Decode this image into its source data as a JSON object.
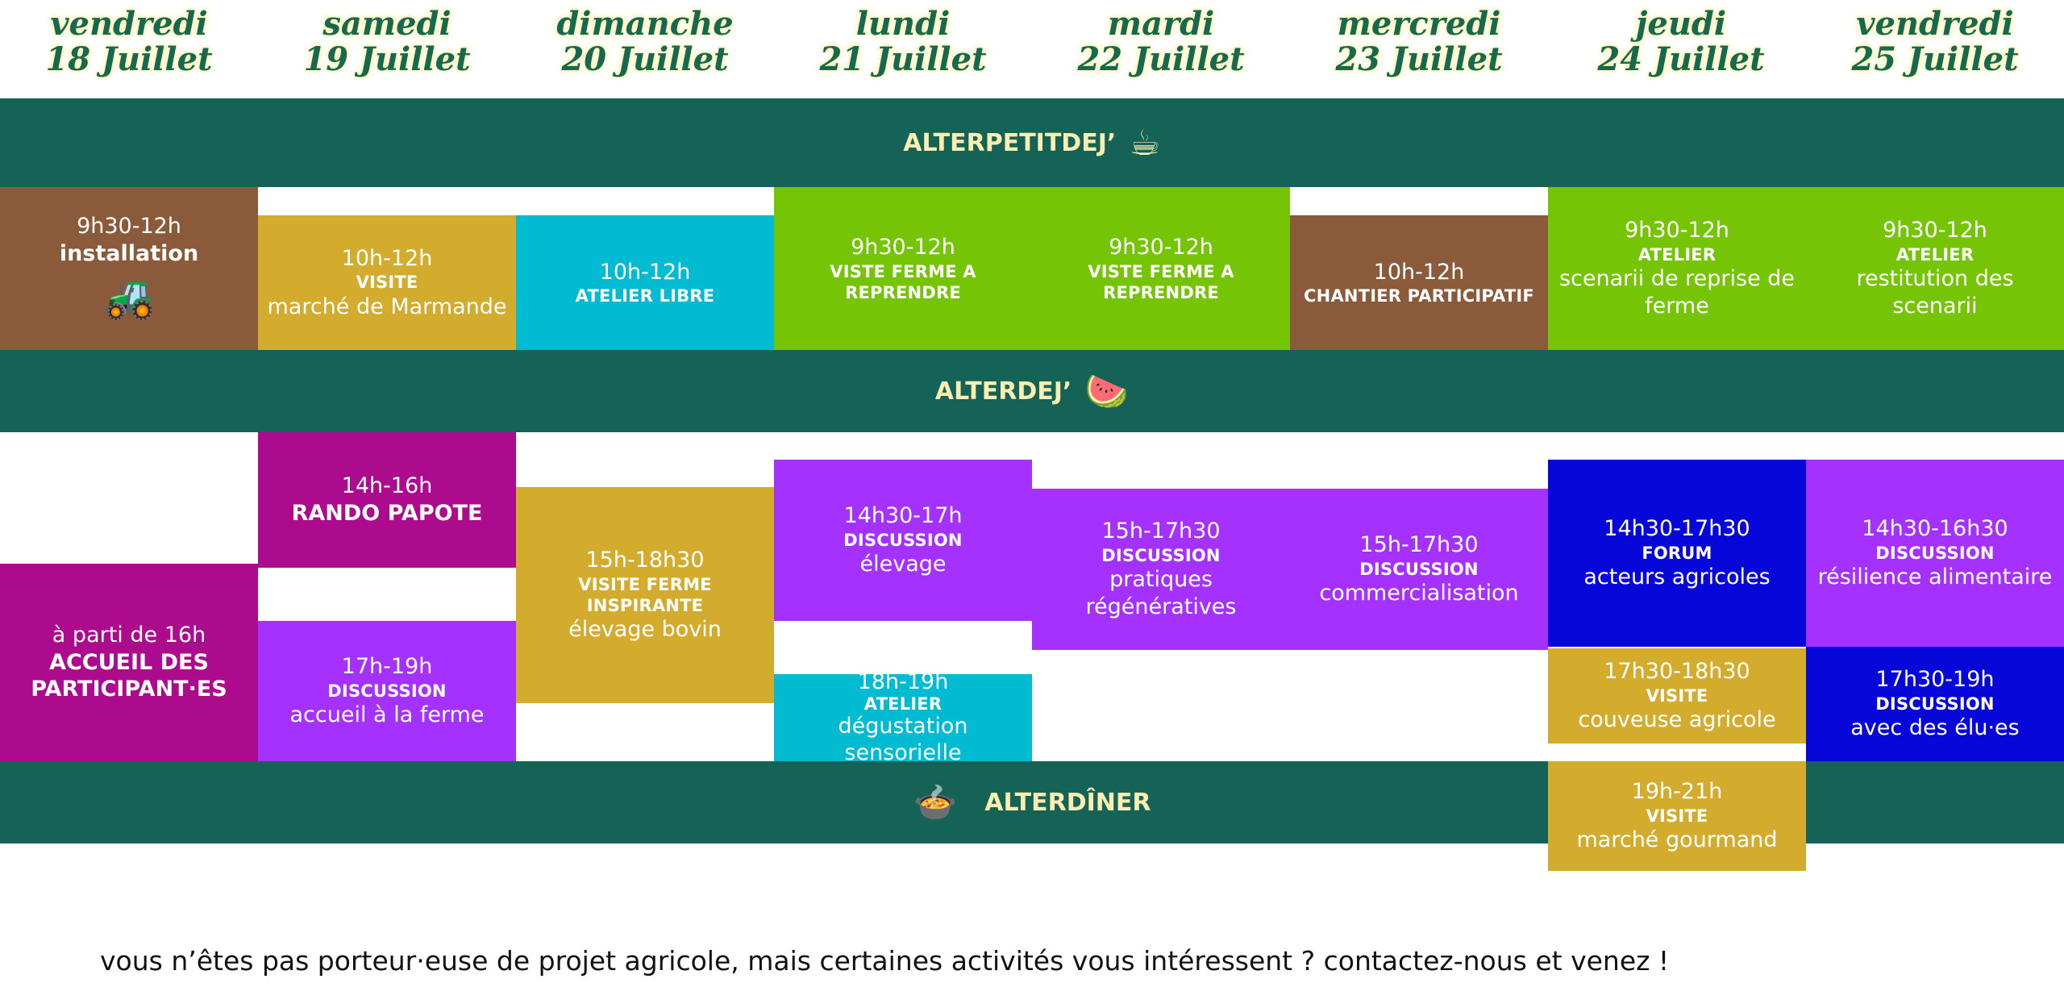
{
  "days": [
    {
      "weekday": "vendredi",
      "date": "18 Juillet"
    },
    {
      "weekday": "samedi",
      "date": "19 Juillet"
    },
    {
      "weekday": "dimanche",
      "date": "20 Juillet"
    },
    {
      "weekday": "lundi",
      "date": "21 Juillet"
    },
    {
      "weekday": "mardi",
      "date": "22 Juillet"
    },
    {
      "weekday": "mercredi",
      "date": "23 Juillet"
    },
    {
      "weekday": "jeudi",
      "date": "24 Juillet"
    },
    {
      "weekday": "vendredi",
      "date": "25 Juillet"
    }
  ],
  "bands": {
    "breakfast": {
      "label": "ALTERPETITDEJ’",
      "icon": "coffee-cup-icon"
    },
    "lunch": {
      "label": "ALTERDEJ’",
      "icon": "watermelon-icon"
    },
    "dinner": {
      "label": "ALTERDÎNER",
      "icon": "soup-bowl-icon"
    }
  },
  "morning": {
    "fri18": {
      "time": "9h30-12h",
      "title": "installation",
      "icon": "excavator-icon"
    },
    "sat19": {
      "time": "10h-12h",
      "kind": "VISITE",
      "desc": "marché de Marmande"
    },
    "sun20": {
      "time": "10h-12h",
      "kind": "ATELIER LIBRE"
    },
    "mon21": {
      "time": "9h30-12h",
      "kind": "VISTE FERME A REPRENDRE"
    },
    "tue22": {
      "time": "9h30-12h",
      "kind": "VISTE FERME A REPRENDRE"
    },
    "wed23": {
      "time": "10h-12h",
      "kind": "CHANTIER PARTICIPATIF"
    },
    "thu24": {
      "time": "9h30-12h",
      "kind": "ATELIER",
      "desc1": "scenarii de reprise de",
      "desc2": "ferme"
    },
    "fri25": {
      "time": "9h30-12h",
      "kind": "ATELIER",
      "desc": "restitution des scenarii"
    }
  },
  "afternoon": {
    "fri18": {
      "time": "à parti de 16h",
      "title1": "ACCUEIL DES",
      "title2": "PARTICIPANT·ES"
    },
    "sat19a": {
      "time": "14h-16h",
      "title": "RANDO PAPOTE"
    },
    "sat19b": {
      "time": "17h-19h",
      "kind": "DISCUSSION",
      "desc": "accueil à la ferme"
    },
    "sun20": {
      "time": "15h-18h30",
      "kind": "VISITE FERME INSPIRANTE",
      "desc": "élevage bovin"
    },
    "mon21a": {
      "time": "14h30-17h",
      "kind": "DISCUSSION",
      "desc": "élevage"
    },
    "mon21b": {
      "time": "18h-19h",
      "kind": "ATELIER",
      "desc": "dégustation sensorielle"
    },
    "tue22": {
      "time": "15h-17h30",
      "kind": "DISCUSSION",
      "desc1": "pratiques",
      "desc2": "régénératives"
    },
    "wed23": {
      "time": "15h-17h30",
      "kind": "DISCUSSION",
      "desc": "commercialisation"
    },
    "thu24a": {
      "time": "14h30-17h30",
      "kind": "FORUM",
      "desc": "acteurs agricoles"
    },
    "thu24b": {
      "time": "17h30-18h30",
      "kind": "VISITE",
      "desc": "couveuse agricole"
    },
    "thu24c": {
      "time": "19h-21h",
      "kind": "VISITE",
      "desc": "marché gourmand"
    },
    "fri25a": {
      "time": "14h30-16h30",
      "kind": "DISCUSSION",
      "desc": "résilience alimentaire"
    },
    "fri25b": {
      "time": "17h30-19h",
      "kind": "DISCUSSION",
      "desc": "avec des élu·es"
    }
  },
  "footer": "vous n’êtes pas porteur·euse de projet agricole, mais certaines activités vous intéressent ? contactez-nous et venez !",
  "colors": {
    "band": "#156356",
    "band_text": "#fbeeb2",
    "day_text": "#16684f",
    "brown": "#8a5a3a",
    "yellow": "#d4ac2d",
    "cyan": "#00bbd1",
    "green": "#76c406",
    "magenta": "#ac0b8d",
    "purple": "#a531ff",
    "blue": "#0707d9"
  }
}
